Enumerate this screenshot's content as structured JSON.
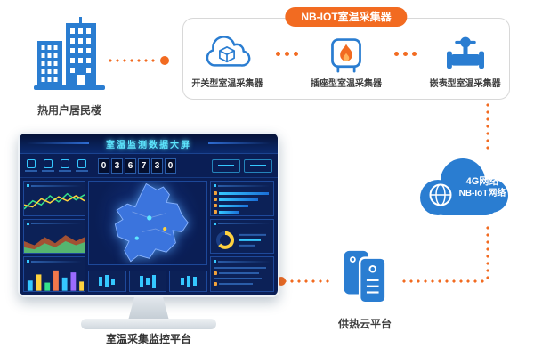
{
  "badge": {
    "label": "NB-IOT室温采集器"
  },
  "building": {
    "label": "热用户居民楼"
  },
  "collectors": {
    "items": [
      {
        "label": "开关型室温采集器",
        "icon": "cloud-cube-icon"
      },
      {
        "label": "插座型室温采集器",
        "icon": "boiler-flame-icon"
      },
      {
        "label": "嵌表型室温采集器",
        "icon": "valve-meter-icon"
      }
    ]
  },
  "network": {
    "line1": "4G网络",
    "line2": "NB-IoT网络"
  },
  "platform": {
    "label": "供热云平台"
  },
  "monitor": {
    "label": "室温采集监控平台"
  },
  "dashboard": {
    "title": "室温监测数据大屏",
    "counter_digits": [
      "0",
      "3",
      "6",
      "7",
      "3",
      "0"
    ]
  },
  "colors": {
    "accent_orange": "#F26B21",
    "icon_blue": "#2A7DD1"
  }
}
